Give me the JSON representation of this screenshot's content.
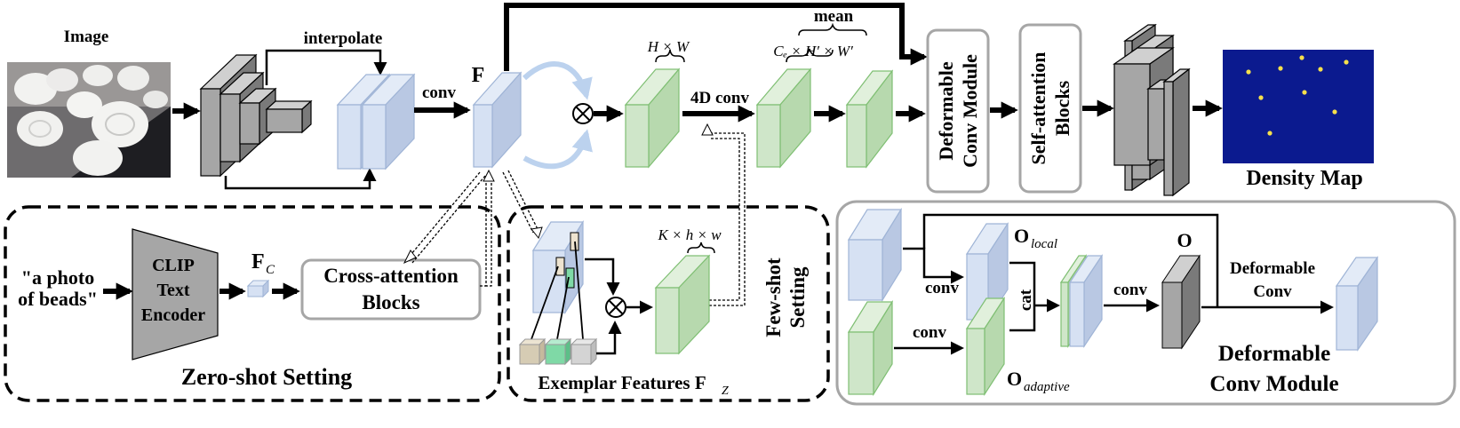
{
  "colors": {
    "gray_block": "#a6a6a6",
    "blue_block": "#cfdcf0",
    "green_block": "#cfe6c9",
    "green_edge": "#7fbf73",
    "blue_edge": "#9fb4d6",
    "density_bg": "#0b1a8f",
    "density_dot": "#f6e04c",
    "light_arrow": "#bcd2ee"
  },
  "labels": {
    "image": "Image",
    "interpolate": "interpolate",
    "conv_top": "conv",
    "F": "F",
    "hw": "H × W",
    "conv4d": "4D conv",
    "mean": "mean",
    "ce_hw": "Cₑ × H′ × W′",
    "deformable_conv_module_vertical": "Deformable Conv Module",
    "deform_line1": "Deformable",
    "deform_line2": "Conv Module",
    "self_attention_line1": "Self-attention",
    "self_attention_line2": "Blocks",
    "density_map": "Density Map",
    "prompt_line1": "\"a photo",
    "prompt_line2": "of beads\"",
    "clip_line1": "CLIP",
    "clip_line2": "Text",
    "clip_line3": "Encoder",
    "fc": "F",
    "fc_sub": "C",
    "cross_attn_line1": "Cross-attention",
    "cross_attn_line2": "Blocks",
    "zero_shot": "Zero-shot Setting",
    "khw": "K × h × w",
    "exemplar": "Exemplar Features F",
    "exemplar_sub": "Z",
    "few_shot_line1": "Few-shot",
    "few_shot_line2": "Setting",
    "o_local": "O",
    "o_local_sub": "local",
    "o": "O",
    "conv_a": "conv",
    "conv_b": "conv",
    "conv_c": "conv",
    "cat": "cat",
    "deformable_conv_line1": "Deformable",
    "deformable_conv_line2": "Conv",
    "o_adaptive": "O",
    "o_adaptive_sub": "adaptive",
    "module_title_line1": "Deformable",
    "module_title_line2": "Conv Module"
  }
}
